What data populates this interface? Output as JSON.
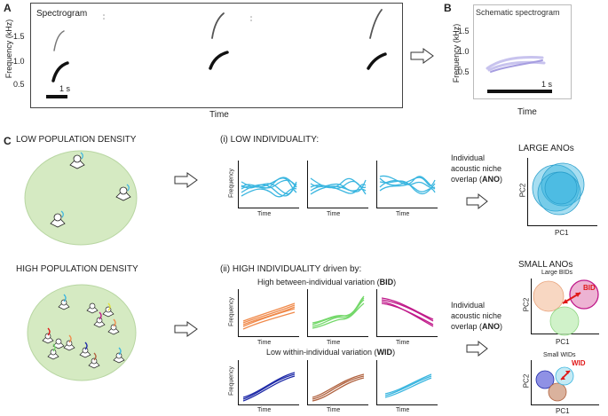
{
  "panels": {
    "a": "A",
    "b": "B",
    "c": "C"
  },
  "spectrogram": {
    "title": "Spectrogram",
    "ylabel": "Frequency (kHz)",
    "xlabel": "Time",
    "ticks": [
      "1.5",
      "1.0",
      "0.5"
    ],
    "scalebar": "1 s"
  },
  "schematic": {
    "title": "Schematic spectrogram",
    "ylabel": "Frequency (kHz)",
    "xlabel": "Time",
    "ticks": [
      "1.5",
      "1.0",
      "0.5"
    ],
    "scalebar": "1 s"
  },
  "low": {
    "heading": "LOW POPULATION DENSITY",
    "label_prefix": "(i) ",
    "label_main": "LOW INDIVIDUALITY:",
    "ano_text_1": "Individual",
    "ano_text_2": "acoustic niche",
    "ano_text_3": "overlap (",
    "ano_abbr": "ANO",
    "ano_text_4": ")",
    "result_title": "LARGE ANOs",
    "pc1": "PC1",
    "pc2": "PC2"
  },
  "high": {
    "heading": "HIGH POPULATION DENSITY",
    "label": "(ii) HIGH INDIVIDUALITY driven by:",
    "bid_text": "High between-individual variation (",
    "bid_abbr": "BID",
    "wid_text": "Low within-individual variation (",
    "wid_abbr": "WID",
    "close": ")",
    "ano_text_1": "Individual",
    "ano_text_2": "acoustic niche",
    "ano_text_3": "overlap (",
    "ano_abbr": "ANO",
    "ano_text_4": ")",
    "result_title": "SMALL ANOs",
    "large_bids": "Large BIDs",
    "bid_marker": "BID",
    "small_wids": "Small WIDs",
    "wid_marker": "WID",
    "pc1": "PC1",
    "pc2": "PC2"
  },
  "mini_axes": {
    "ylabel": "Frequency",
    "xlabel": "Time"
  },
  "colors": {
    "cyan": "#3bb6e0",
    "orange": "#f08a4b",
    "green": "#74d86a",
    "magenta": "#c01a8a",
    "navy": "#1e2aa8",
    "brown": "#b0623f",
    "circle_bg": "#d5eac2",
    "arrow_red": "#e01818"
  }
}
